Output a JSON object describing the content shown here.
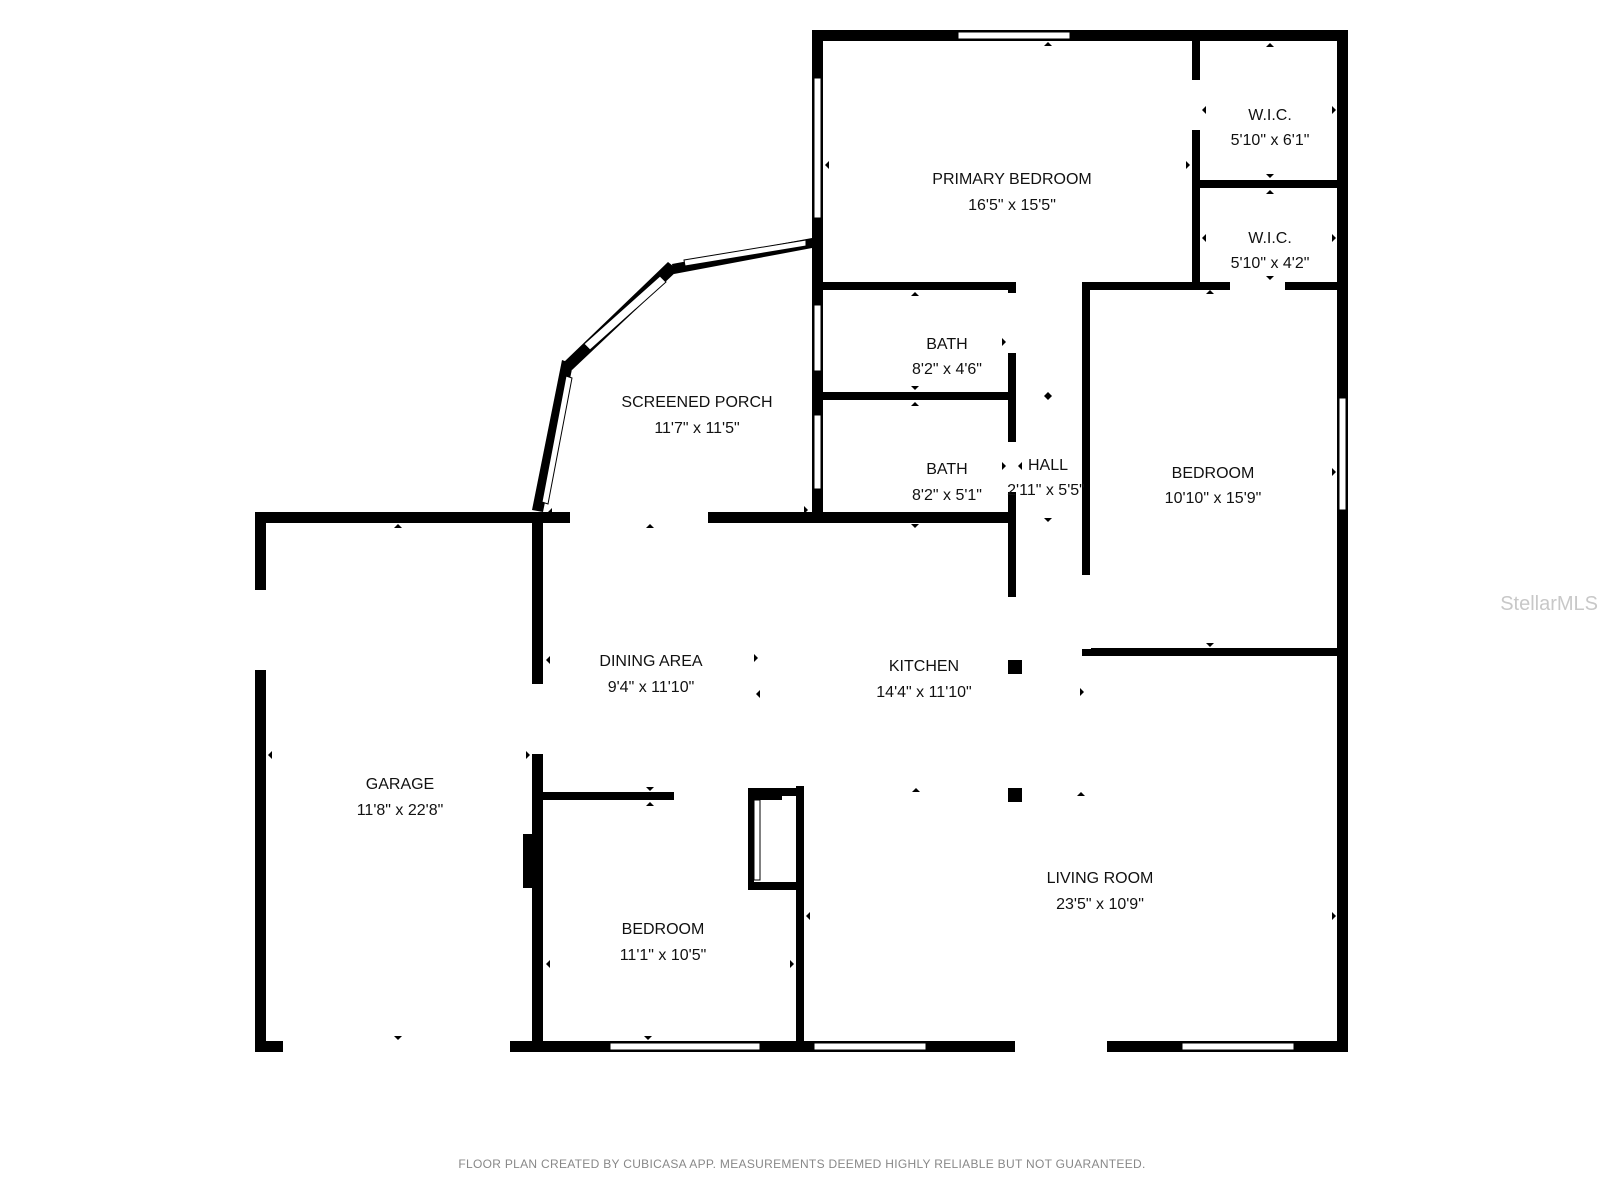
{
  "rooms": [
    {
      "id": "primary-bedroom",
      "name": "PRIMARY BEDROOM",
      "dims": "16'5\" x 15'5\""
    },
    {
      "id": "wic-1",
      "name": "W.I.C.",
      "dims": "5'10\" x 6'1\""
    },
    {
      "id": "wic-2",
      "name": "W.I.C.",
      "dims": "5'10\" x 4'2\""
    },
    {
      "id": "bath-1",
      "name": "BATH",
      "dims": "8'2\" x 4'6\""
    },
    {
      "id": "bath-2",
      "name": "BATH",
      "dims": "8'2\" x 5'1\""
    },
    {
      "id": "screened-porch",
      "name": "SCREENED PORCH",
      "dims": "11'7\" x 11'5\""
    },
    {
      "id": "hall",
      "name": "HALL",
      "dims": "2'11\" x 5'5\""
    },
    {
      "id": "bedroom-east",
      "name": "BEDROOM",
      "dims": "10'10\" x 15'9\""
    },
    {
      "id": "dining-area",
      "name": "DINING AREA",
      "dims": "9'4\" x 11'10\""
    },
    {
      "id": "kitchen",
      "name": "KITCHEN",
      "dims": "14'4\" x 11'10\""
    },
    {
      "id": "garage",
      "name": "GARAGE",
      "dims": "11'8\" x 22'8\""
    },
    {
      "id": "living-room",
      "name": "LIVING ROOM",
      "dims": "23'5\" x 10'9\""
    },
    {
      "id": "bedroom-south",
      "name": "BEDROOM",
      "dims": "11'1\" x 10'5\""
    }
  ],
  "footer": "FLOOR PLAN CREATED BY CUBICASA APP. MEASUREMENTS DEEMED HIGHLY RELIABLE BUT NOT GUARANTEED.",
  "watermark": "StellarMLS",
  "colors": {
    "wall": "#000000",
    "background": "#ffffff",
    "footer": "#888888",
    "watermark": "#c8c8c8"
  }
}
